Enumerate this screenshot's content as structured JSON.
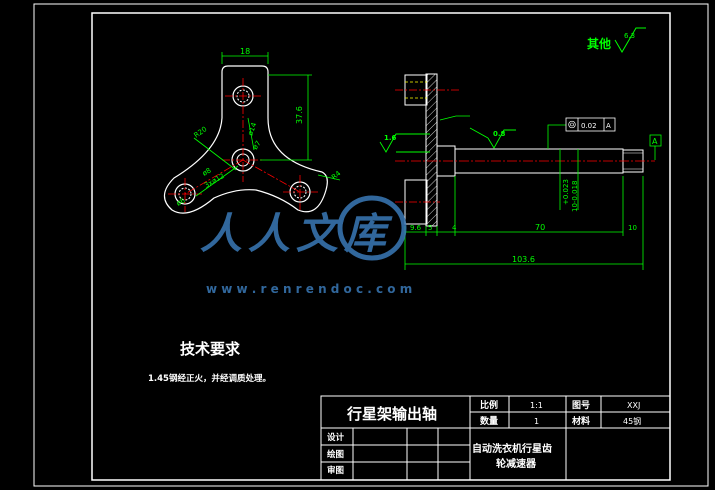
{
  "drawing": {
    "front_view": {
      "dim_width": "18",
      "dim_height": "37.6",
      "dim_r20": "R20",
      "dim_r4": "R4",
      "dim_d14": "ø14",
      "dim_d7": "ø7",
      "dim_d8": "ø8",
      "dim_holes": "3xø12",
      "dim_d6": "ø6"
    },
    "side_view": {
      "rough_left": "1.6",
      "rough_right": "0.8",
      "tolerance_value": "0.02",
      "datum": "A",
      "dim_9_6": "9.6",
      "dim_5": "5",
      "dim_4": "4",
      "dim_70": "70",
      "dim_10": "10",
      "dim_103_6": "103.6",
      "tol_upper": "+0.023",
      "tol_lower": "10-0.018"
    },
    "other_roughness": {
      "label": "其他",
      "value": "6.3"
    }
  },
  "watermark": {
    "chars": "人人文库",
    "url": "w w w . r e n r e n d o c . c o m"
  },
  "tech_requirements": {
    "title": "技术要求",
    "item1": "1.45钢经正火，并经调质处理。"
  },
  "title_block": {
    "part_name": "行星架输出轴",
    "scale_label": "比例",
    "scale_value": "1:1",
    "drawing_no_label": "图号",
    "drawing_no_value": "XXJ",
    "qty_label": "数量",
    "qty_value": "1",
    "material_label": "材料",
    "material_value": "45钢",
    "design_label": "设计",
    "draw_label": "绘图",
    "review_label": "审图",
    "project_line1": "自动洗衣机行星齿",
    "project_line2": "轮减速器"
  },
  "colors": {
    "background": "#000000",
    "border": "#ffffff",
    "outline": "#ffffff",
    "dimension": "#00ff00",
    "centerline": "#ff0000",
    "hidden": "#ffff00",
    "watermark": "#3a7ab8"
  }
}
